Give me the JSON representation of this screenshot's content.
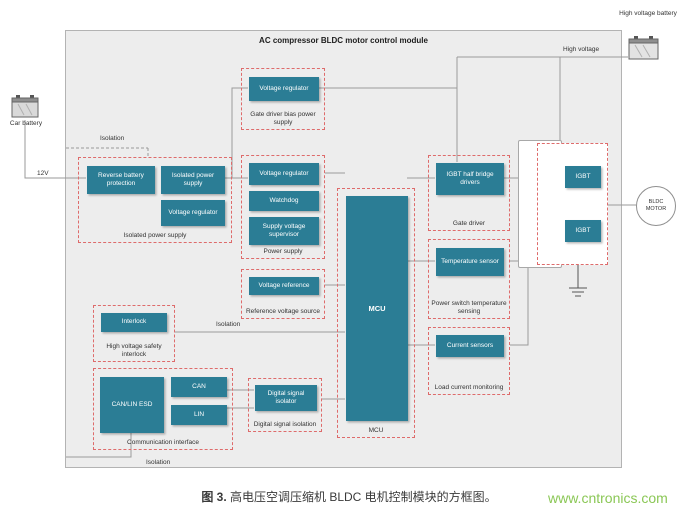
{
  "figure": {
    "caption_label": "图 3.",
    "caption_text": " 高电压空调压缩机 BLDC 电机控制模块的方框图。",
    "watermark": "www.cntronics.com"
  },
  "diagram": {
    "title": "AC compressor BLDC motor control module",
    "car_battery": {
      "label": "Car battery",
      "voltage": "12V"
    },
    "hv_battery": {
      "label": "High voltage battery",
      "line_label": "High voltage"
    },
    "motor_label": "BLDC MOTOR",
    "isolation_labels": {
      "top": "Isolation",
      "middle": "Isolation",
      "bottom": "Isolation"
    },
    "groups": {
      "gate_bias": {
        "caption": "Gate driver bias power supply",
        "regulator": "Voltage regulator"
      },
      "isolated_ps": {
        "caption": "Isolated power supply",
        "reverse": "Reverse battery protection",
        "isolated": "Isolated power supply",
        "regulator": "Voltage regulator"
      },
      "power_supply": {
        "caption": "Power supply",
        "regulator": "Voltage regulator",
        "watchdog": "Watchdog",
        "supervisor": "Supply voltage supervisor"
      },
      "vref": {
        "caption": "Reference voltage source",
        "reference": "Voltage reference"
      },
      "mcu": {
        "caption": "MCU",
        "block": "MCU"
      },
      "gate_driver": {
        "caption": "Gate driver",
        "drivers": "IGBT half bridge drivers"
      },
      "temp": {
        "caption": "Power switch temperature sensing",
        "sensor": "Temperature sensor"
      },
      "current": {
        "caption": "Load current monitoring",
        "sensors": "Current sensors"
      },
      "interlock": {
        "caption": "High voltage safety interlock",
        "block": "Interlock"
      },
      "comm": {
        "caption": "Communication interface",
        "esd": "CAN/LIN ESD",
        "can": "CAN",
        "lin": "LIN"
      },
      "dsi": {
        "caption": "Digital signal isolation",
        "isolator": "Digital signal isolator"
      },
      "bridge": {
        "igbt_top": "IGBT",
        "igbt_bottom": "IGBT"
      }
    },
    "colors": {
      "block_fill": "#2b7d95",
      "group_border": "#de6b6b",
      "panel_bg": "#ededed",
      "watermark": "#7ec143"
    }
  }
}
